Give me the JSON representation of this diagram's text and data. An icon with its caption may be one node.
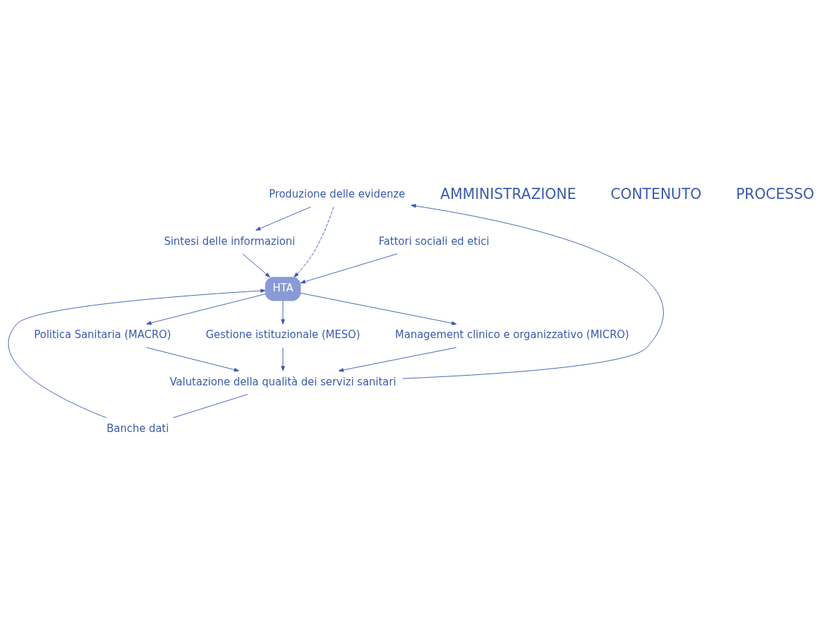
{
  "diagram": {
    "nodes": [
      {
        "text": [
          "Produzione delle evidenze"
        ]
      },
      {
        "text": [
          "Sintesi delle informazioni"
        ]
      },
      {
        "text": [
          "Valutazione della qualità dei servizi sanitari"
        ]
      },
      {
        "text": [
          "Politica Sanitaria (MACRO)"
        ]
      },
      {
        "text": [
          "Gestione istituzionale (MESO)"
        ]
      },
      {
        "text": [
          "Management clinico e organizzativo (MICRO)"
        ]
      },
      {
        "text": [
          "Banche dati"
        ]
      },
      {
        "text": [
          "HTA"
        ]
      },
      {
        "text": [
          "Fattori sociali ed etici"
        ]
      }
    ],
    "edges": [
      {
        "from": 0,
        "to": 1,
        "arrow": "to"
      },
      {
        "from": 0,
        "to": 7,
        "arrow": "to",
        "style": "dashed"
      },
      {
        "from": 1,
        "to": 7,
        "arrow": "to"
      },
      {
        "from": 2,
        "to": 6,
        "arrow": "none"
      },
      {
        "from": 6,
        "to": 7,
        "arrow": "to"
      },
      {
        "from": 7,
        "to": 3,
        "arrow": "to"
      },
      {
        "from": 7,
        "to": 4,
        "arrow": "to"
      },
      {
        "from": 7,
        "to": 5,
        "arrow": "to"
      },
      {
        "from": 8,
        "to": 7,
        "arrow": "to"
      },
      {
        "from": 2,
        "to": 0,
        "arrow": "to"
      },
      {
        "from": 3,
        "to": 2,
        "arrow": "to"
      },
      {
        "from": 4,
        "to": 2,
        "arrow": "to"
      },
      {
        "from": 5,
        "to": 2,
        "arrow": "to"
      }
    ],
    "labels": [
      "AMMINISTRAZIONE",
      "CONTENUTO",
      "PROCESSO"
    ]
  }
}
